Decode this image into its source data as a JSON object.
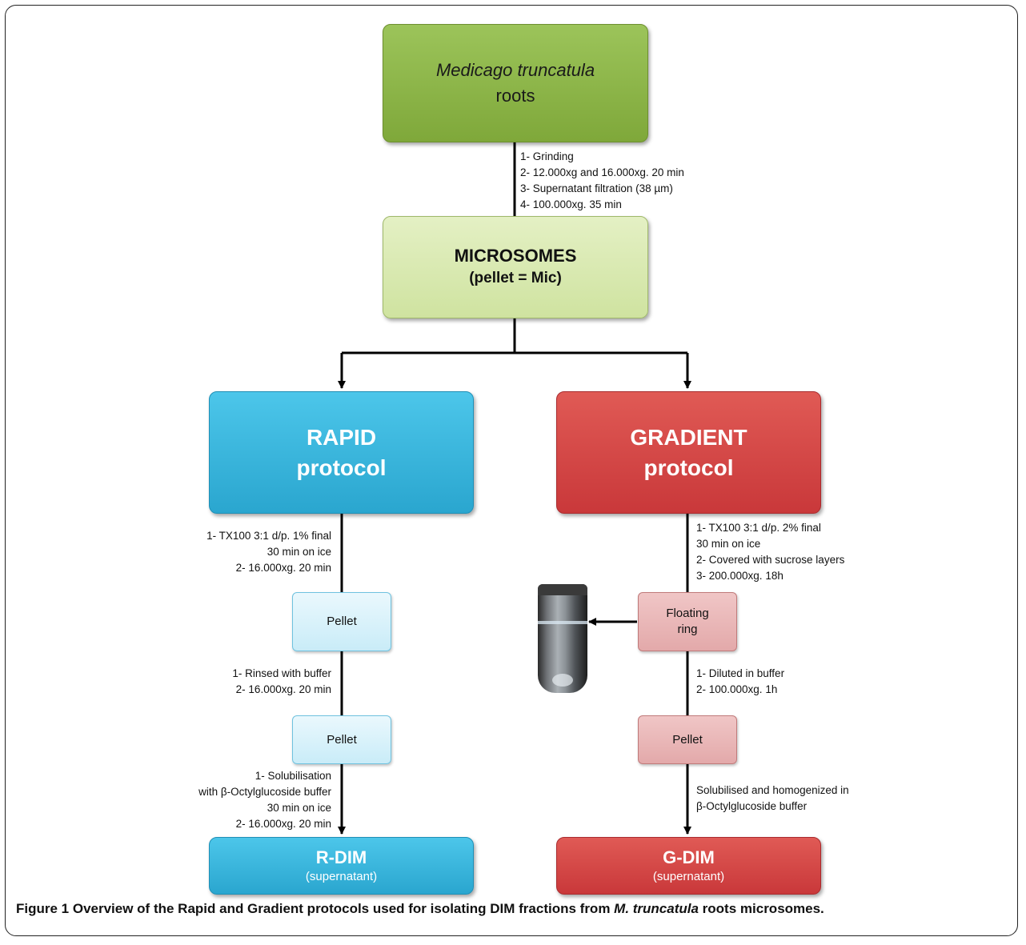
{
  "boxes": {
    "roots": {
      "line1": "Medicago truncatula",
      "line2": "roots"
    },
    "microsomes": {
      "line1": "MICROSOMES",
      "line2": "(pellet = Mic)"
    },
    "rapid": {
      "line1": "RAPID",
      "line2": "protocol"
    },
    "gradient": {
      "line1": "GRADIENT",
      "line2": "protocol"
    },
    "rapid_pellet_1": "Pellet",
    "rapid_pellet_2": "Pellet",
    "floating_ring": {
      "line1": "Floating",
      "line2": "ring"
    },
    "gradient_pellet": "Pellet",
    "r_dim": {
      "line1": "R-DIM",
      "line2": "(supernatant)"
    },
    "g_dim": {
      "line1": "G-DIM",
      "line2": "(supernatant)"
    }
  },
  "steps": {
    "roots_to_microsomes": [
      "1- Grinding",
      "2- 12.000xg and 16.000xg. 20 min",
      "3- Supernatant filtration (38 µm)",
      "4- 100.000xg. 35 min"
    ],
    "rapid_to_pellet": [
      "1- TX100 3:1 d/p. 1% final",
      "30 min on ice",
      "2- 16.000xg. 20 min"
    ],
    "pellet_to_pellet": [
      "1- Rinsed with buffer",
      "2- 16.000xg. 20 min"
    ],
    "pellet_to_rdim": [
      "1- Solubilisation",
      "with β-Octylglucoside buffer",
      "30 min on ice",
      "2- 16.000xg. 20 min"
    ],
    "gradient_to_ring": [
      "1- TX100 3:1 d/p. 2% final",
      "30 min on ice",
      "2- Covered with sucrose layers",
      "3- 200.000xg. 18h"
    ],
    "ring_to_pellet": [
      "1- Diluted in buffer",
      "2- 100.000xg. 1h"
    ],
    "pellet_to_gdim": [
      "Solubilised and homogenized in",
      "β-Octylglucoside buffer"
    ]
  },
  "caption": {
    "prefix": "Figure 1 Overview of the Rapid and Gradient protocols used for isolating DIM fractions from ",
    "italic": "M. truncatula",
    "suffix": " roots microsomes."
  },
  "colors": {
    "roots": "#8fb84a",
    "microsomes": "#d8eab0",
    "rapid": "#35b6df",
    "gradient": "#d4484a",
    "rapid_light": "#d6f1fb",
    "gradient_light": "#e9b8b8"
  }
}
